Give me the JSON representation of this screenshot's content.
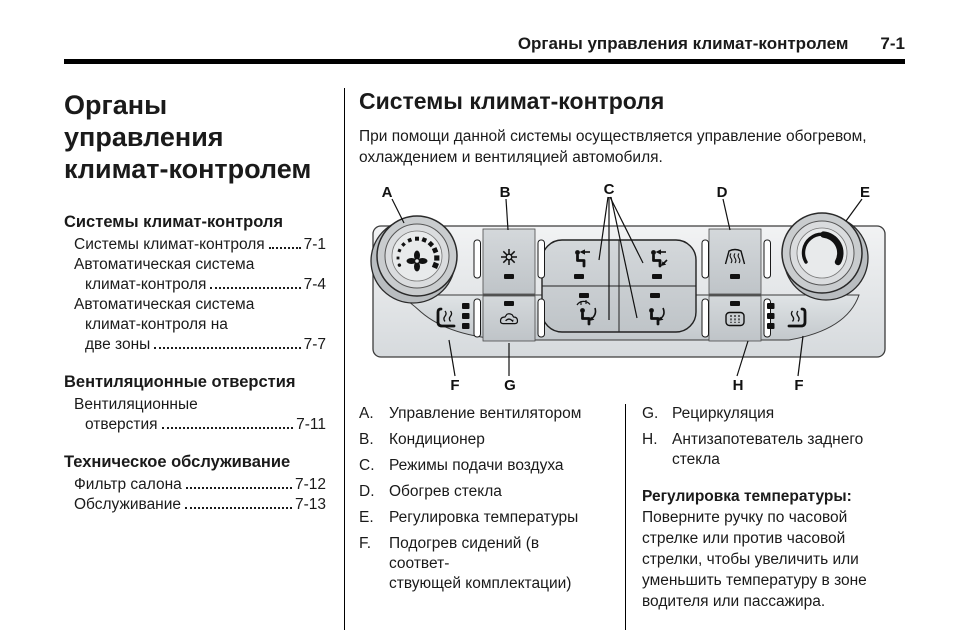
{
  "header": {
    "title": "Органы управления климат-контролем",
    "page_number": "7-1"
  },
  "toc": {
    "title_lines": [
      "Органы",
      "управления",
      "климат-контролем"
    ],
    "sections": [
      {
        "heading": "Системы климат-контроля",
        "entries": [
          {
            "pre": [],
            "last": "Системы климат-контроля",
            "page": "7-1"
          },
          {
            "pre": [
              "Автоматическая система"
            ],
            "last": "климат-контроля",
            "page": "7-4"
          },
          {
            "pre": [
              "Автоматическая система",
              "климат-контроля на"
            ],
            "last": "две зоны",
            "page": "7-7"
          }
        ]
      },
      {
        "heading": "Вентиляционные отверстия",
        "entries": [
          {
            "pre": [
              "Вентиляционные"
            ],
            "last": "отверстия",
            "page": "7-11"
          }
        ]
      },
      {
        "heading": "Техническое обслуживание",
        "entries": [
          {
            "pre": [],
            "last": "Фильтр салона",
            "page": "7-12"
          },
          {
            "pre": [],
            "last": "Обслуживание",
            "page": "7-13"
          }
        ]
      }
    ]
  },
  "article": {
    "heading": "Системы климат-контроля",
    "intro": "При помощи данной системы осуществляется управление обогревом, охлаждением и вентиляцией автомобиля.",
    "diagram": {
      "labels": {
        "a": "A",
        "b": "B",
        "c": "C",
        "d": "D",
        "e": "E",
        "f": "F",
        "g": "G",
        "h": "H",
        "f2": "F"
      },
      "icons": {
        "a": "fan-speed-knob-icon",
        "b": "ac-snowflake-icon",
        "c": "air-delivery-mode-icons",
        "d": "windshield-defrost-icon",
        "e": "temperature-knob-icon",
        "f": "heated-seat-icon",
        "g": "recirculation-icon",
        "h": "rear-window-defrost-icon"
      }
    },
    "legend_left": [
      {
        "letter": "A.",
        "text": "Управление вентилятором"
      },
      {
        "letter": "B.",
        "text": "Кондиционер"
      },
      {
        "letter": "C.",
        "text": "Режимы подачи воздуха"
      },
      {
        "letter": "D.",
        "text": "Обогрев стекла"
      },
      {
        "letter": "E.",
        "text": "Регулировка температуры"
      },
      {
        "letter": "F.",
        "text": "Подогрев сидений (в соответ-\nствующей комплектации)"
      }
    ],
    "legend_right": [
      {
        "letter": "G.",
        "text": "Рециркуляция"
      },
      {
        "letter": "H.",
        "text": "Антизапотеватель заднего\nстекла"
      }
    ],
    "temperature_note": {
      "lead": "Регулировка температуры:",
      "text": " Поверните ручку по часовой стрелке или против часовой стрелки, чтобы увеличить или уменьшить температуру в зоне водителя или пассажира."
    }
  },
  "colors": {
    "text": "#1a1a1a",
    "rule": "#000000",
    "panel_face": "#e9ebec",
    "panel_band": "#cfd4d7",
    "button_dark": "#c2c7cb",
    "icon": "#111111"
  }
}
